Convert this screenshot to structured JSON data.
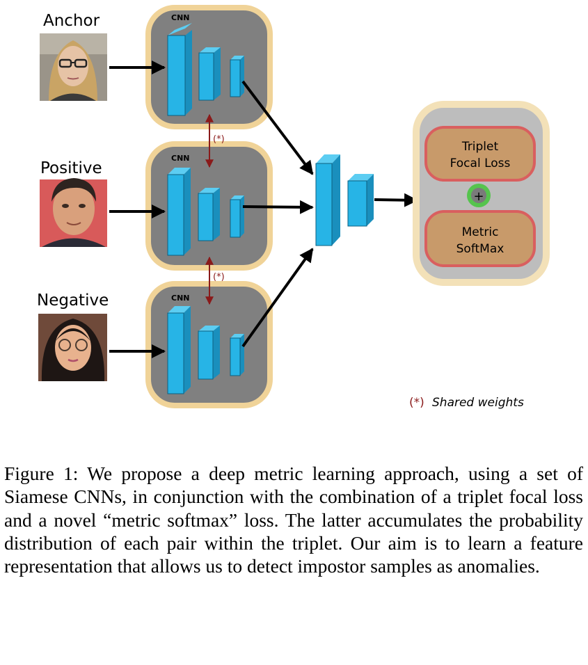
{
  "inputs": [
    {
      "label": "Anchor",
      "portrait": "woman-blonde-glasses"
    },
    {
      "label": "Positive",
      "portrait": "man-dark-hair"
    },
    {
      "label": "Negative",
      "portrait": "woman-dark-hair-glasses"
    }
  ],
  "cnn_label": "CNN",
  "shared_marker": "(*)",
  "shared_legend_text": "Shared weights",
  "loss_box": {
    "triplet": [
      "Triplet",
      "Focal Loss"
    ],
    "plus": "+",
    "metric": [
      "Metric",
      "SoftMax"
    ]
  },
  "colors": {
    "cnn_panel": "#808080",
    "cnn_panel_border": "#f0d398",
    "block_front": "#27b4e6",
    "block_side": "#1a8fbd",
    "shared_arrow": "#8a1a1a",
    "loss_box_fill": "#c89a6a",
    "loss_box_border": "#d95f5f",
    "plus_ring": "#55c44d"
  },
  "caption": "Figure 1: We propose a deep metric learning approach, using a set of Siamese CNNs, in conjunction with the combination of a triplet focal loss and a novel “metric softmax” loss. The latter accumulates the probability distribution of each pair within the triplet. Our aim is to learn a feature representation that allows us to detect impostor samples as anomalies."
}
